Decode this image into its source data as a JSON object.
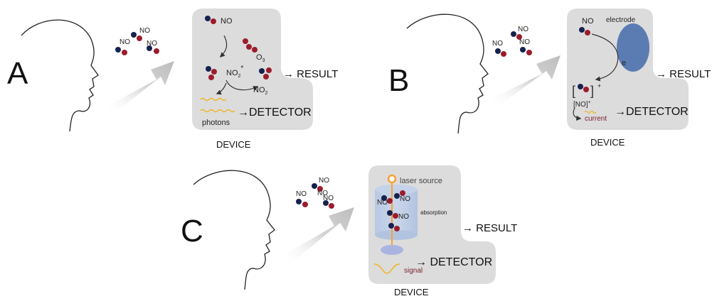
{
  "panels": [
    {
      "letter": "A",
      "device_label": "DEVICE",
      "result_label": "→ RESULT",
      "detector_label": "→DETECTOR",
      "gas_labels": [
        "NO",
        "NO",
        "NO"
      ],
      "inner": {
        "no_label": "NO",
        "o3_label": "O",
        "o3_sub": "3",
        "no2_excited_main": "NO",
        "no2_excited_sub": "2",
        "no2_excited_sup": "*",
        "no2_label": "NO",
        "no2_sub": "2",
        "photons_label": "photons"
      }
    },
    {
      "letter": "B",
      "device_label": "DEVICE",
      "result_label": "→ RESULT",
      "detector_label": "→DETECTOR",
      "gas_labels": [
        "NO",
        "NO",
        "NO"
      ],
      "inner": {
        "no_label": "NO",
        "electrode_label": "electrode",
        "electron_label": "e",
        "cation_sup": "+",
        "no_plus_label": "[NO]",
        "no_plus_sup": "+",
        "current_label": "current"
      }
    },
    {
      "letter": "C",
      "device_label": "DEVICE",
      "result_label": "→ RESULT",
      "detector_label": "→ DETECTOR",
      "gas_labels": [
        "NO",
        "NO",
        "NO",
        "NO"
      ],
      "inner": {
        "laser_label": "laser source",
        "absorption_label": "absorption",
        "no_labels": [
          "NO",
          "NO",
          "NO"
        ],
        "signal_label": "signal"
      }
    }
  ],
  "colors": {
    "device_bg": "#dcdcdc",
    "oxygen": "#9b1c2c",
    "nitrogen": "#15224e",
    "photon": "#f0b428",
    "electrode": "#5b7bb3",
    "laser": "#f7a233",
    "signal_text": "#7a1f2b",
    "arrow_gray": "#c0c0c0"
  }
}
